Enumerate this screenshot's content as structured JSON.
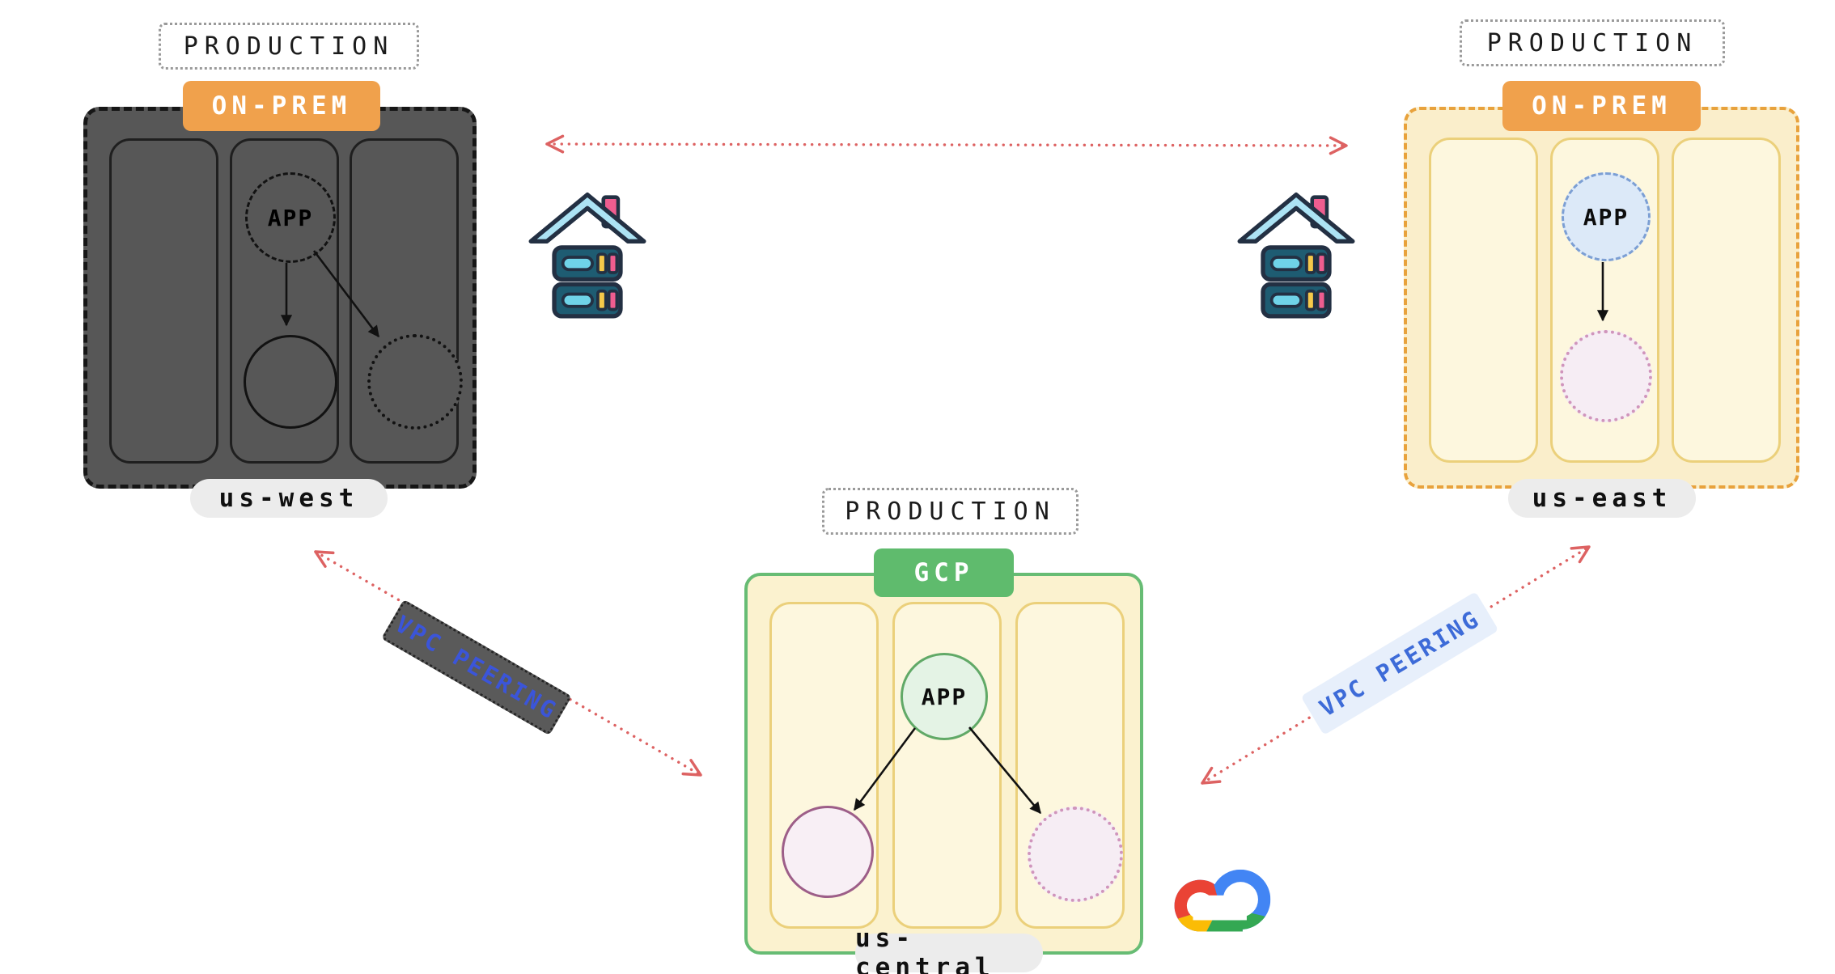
{
  "diagram": {
    "regions": {
      "us_west": {
        "environment_label": "PRODUCTION",
        "platform_label": "ON-PREM",
        "app_label": "APP",
        "region_name": "us-west"
      },
      "us_east": {
        "environment_label": "PRODUCTION",
        "platform_label": "ON-PREM",
        "app_label": "APP",
        "region_name": "us-east"
      },
      "us_central": {
        "environment_label": "PRODUCTION",
        "platform_label": "GCP",
        "app_label": "APP",
        "region_name": "us-central"
      }
    },
    "connections": {
      "west_central": {
        "label": "VPC PEERING"
      },
      "central_east": {
        "label": "VPC PEERING"
      }
    },
    "icons": {
      "us_west_site": "onprem-datacenter-icon",
      "us_east_site": "onprem-datacenter-icon",
      "us_central_site": "google-cloud-logo"
    },
    "colors": {
      "onprem_badge": "#F0A14C",
      "gcp_badge": "#5FBB6D",
      "peering_arrow": "#DD6262",
      "peering_text_dark_bg": "#3B55D9",
      "peering_text_light_bg": "#3D6BD8",
      "dark_site_fill": "#575757",
      "cream_site_fill": "#FAEECB",
      "gcp_site_border": "#67BC74",
      "onprem_site_border_east": "#E8A23C"
    }
  }
}
